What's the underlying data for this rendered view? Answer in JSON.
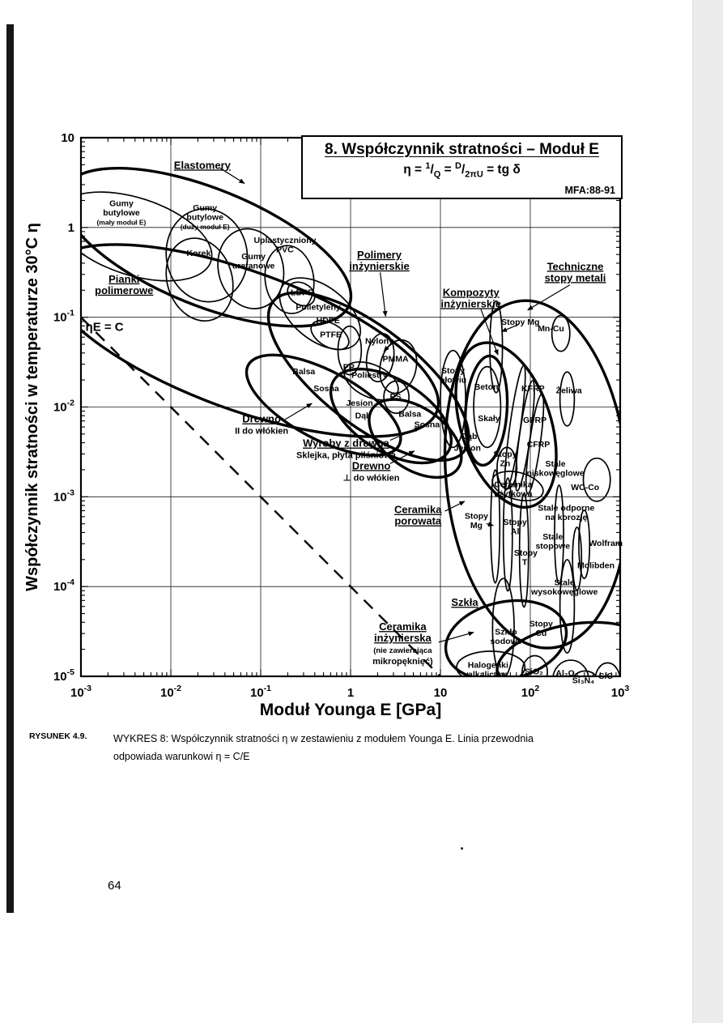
{
  "page": {
    "number": "64"
  },
  "figure_caption": {
    "ref": "RYSUNEK 4.9.",
    "line1": "WYKRES 8: Współczynnik stratności η w zestawieniu z modułem Younga E. Linia przewodnia",
    "line2": "odpowiada warunkowi η = C/E"
  },
  "chart_data": {
    "type": "bubble",
    "scale": "log-log",
    "title": "8. Współczynnik stratności – Moduł E",
    "source": "MFA:88-91",
    "formula": [
      {
        "t": "η = "
      },
      {
        "sup": "1"
      },
      {
        "t": "/"
      },
      {
        "sub": "Q"
      },
      {
        "t": " = "
      },
      {
        "sup": "D"
      },
      {
        "t": "/"
      },
      {
        "sub": "2πU"
      },
      {
        "t": " = tg δ"
      }
    ],
    "xlabel": "Moduł Younga E [GPa]",
    "ylabel": "Współczynnik stratności w temperaturze 30°C η",
    "xlim_log10": [
      -3,
      3
    ],
    "ylim_log10": [
      -5,
      1
    ],
    "x_ticks": [
      {
        "b": "10",
        "e": "-3"
      },
      {
        "b": "10",
        "e": "-2"
      },
      {
        "b": "10",
        "e": "-1"
      },
      {
        "b": "1"
      },
      {
        "b": "10"
      },
      {
        "b": "10",
        "e": "2"
      },
      {
        "b": "10",
        "e": "3"
      }
    ],
    "y_ticks": [
      {
        "b": "10"
      },
      {
        "b": "1"
      },
      {
        "b": "10",
        "e": "-1"
      },
      {
        "b": "10",
        "e": "-2"
      },
      {
        "b": "10",
        "e": "-3"
      },
      {
        "b": "10",
        "e": "-4"
      },
      {
        "b": "10",
        "e": "-5"
      }
    ],
    "grid": true,
    "guideline": {
      "label": "ηE = C",
      "from": [
        -3,
        -1
      ],
      "to": [
        1,
        -5
      ],
      "label_pos": [
        -2.95,
        -1.15
      ]
    },
    "groups": [
      {
        "name": "elastomery",
        "label": [
          "Elastomery"
        ],
        "underline_lines": [
          0
        ],
        "label_pos": [
          -1.65,
          0.69
        ],
        "ellipse": [
          -1.6,
          -0.22,
          1.71,
          0.65,
          22
        ]
      },
      {
        "name": "pianki-polimerowe",
        "label": [
          "Pianki",
          "polimerowe"
        ],
        "underline_lines": [
          0,
          1
        ],
        "label_pos": [
          -2.52,
          -0.64
        ],
        "ellipse": [
          -1.2,
          -1.26,
          2.3,
          0.77,
          20
        ]
      },
      {
        "name": "polimery-inzynierskie",
        "label": [
          "Polimery",
          "inżynierskie"
        ],
        "underline_lines": [
          0,
          1
        ],
        "label_pos": [
          0.32,
          -0.37
        ],
        "ellipse": [
          0.2,
          -1.66,
          1.35,
          0.54,
          38
        ]
      },
      {
        "name": "drewno-rownolegle",
        "label": [
          "Drewno",
          "II do włókien"
        ],
        "underline_lines": [
          0
        ],
        "label_pos": [
          -0.99,
          -2.2
        ],
        "ellipse": [
          -0.3,
          -1.98,
          0.95,
          0.38,
          28
        ]
      },
      {
        "name": "wyroby-z-drewna",
        "label": [
          "Wyroby z drewna",
          "Sklejka, płyta pilśniowa"
        ],
        "underline_lines": [
          0
        ],
        "label_pos": [
          -0.05,
          -2.47
        ],
        "ellipse": [
          0.45,
          -2.1,
          0.75,
          0.4,
          32
        ]
      },
      {
        "name": "drewno-prostopadle",
        "label": [
          "Drewno",
          "⊥ do włókien"
        ],
        "underline_lines": [
          0
        ],
        "label_pos": [
          0.23,
          -2.72
        ],
        "ellipse": [
          0.72,
          -2.35,
          0.58,
          0.34,
          35
        ]
      },
      {
        "name": "kompozyty-inzynierskie",
        "label": [
          "Kompozyty",
          "inżynierskie"
        ],
        "underline_lines": [
          0,
          1
        ],
        "label_pos": [
          1.34,
          -0.79
        ],
        "ellipse": [
          1.73,
          -2.2,
          0.5,
          0.95,
          -18
        ]
      },
      {
        "name": "techniczne-stopy-metali",
        "label": [
          "Techniczne",
          "stopy metali"
        ],
        "underline_lines": [
          0,
          1
        ],
        "label_pos": [
          2.5,
          -0.5
        ],
        "ellipse": [
          2.07,
          -2.75,
          1.01,
          1.94,
          -5
        ]
      },
      {
        "name": "ceramika-porowata",
        "label": [
          "Ceramika",
          "porowata"
        ],
        "underline_lines": [
          0,
          1
        ],
        "label_pos": [
          0.75,
          -3.21
        ],
        "ellipse": [
          1.51,
          -2.04,
          0.23,
          0.61,
          4
        ]
      },
      {
        "name": "szkla",
        "label": [
          "Szkła"
        ],
        "underline_lines": [
          0
        ],
        "label_pos": [
          1.27,
          -4.18
        ],
        "ellipse": [
          1.73,
          -4.6,
          0.68,
          0.43,
          -12
        ]
      },
      {
        "name": "ceramika-inzynierska",
        "label": [
          "Ceramika",
          "inżynierska",
          "(nie zawierająca",
          "mikropęknięć)"
        ],
        "underline_lines": [
          0,
          1
        ],
        "label_pos": [
          0.58,
          -4.64
        ],
        "ellipse": [
          2.48,
          -4.82,
          0.86,
          0.4,
          -10
        ]
      }
    ],
    "materials": [
      {
        "name": "gumy-butylowe-maly-modul",
        "label": [
          "Gumy",
          "butylowe",
          "(mały moduł E)"
        ],
        "label_pos": [
          -2.55,
          0.17
        ],
        "ellipse": [
          -2.41,
          -0.1,
          0.9,
          0.43,
          18
        ]
      },
      {
        "name": "gumy-butylowe-duzy-modul",
        "label": [
          "Gumy",
          "butylowe",
          "(duży moduł E)"
        ],
        "label_pos": [
          -1.62,
          0.12
        ],
        "ellipse": [
          -1.6,
          -0.31,
          0.45,
          0.52,
          -10
        ]
      },
      {
        "name": "korek",
        "label": [
          "Korek"
        ],
        "label_pos": [
          -1.69,
          -0.28
        ],
        "ellipse": [
          -1.68,
          -0.58,
          0.36,
          0.47,
          -18
        ]
      },
      {
        "name": "gumy-uretanowe",
        "label": [
          "Gumy",
          "uretanowe"
        ],
        "label_pos": [
          -1.08,
          -0.37
        ],
        "ellipse": [
          -1.11,
          -0.46,
          0.36,
          0.45,
          -15
        ]
      },
      {
        "name": "uplastyczniony-pvc",
        "label": [
          "Uplastyczniony",
          "PVC"
        ],
        "label_pos": [
          -0.73,
          -0.19
        ],
        "ellipse": [
          -0.68,
          -0.58,
          0.27,
          0.38,
          -8
        ]
      },
      {
        "name": "polietyleny",
        "label": [
          "Polietyleny"
        ],
        "label_pos": [
          -0.36,
          -0.88
        ],
        "ellipse": [
          -0.34,
          -0.96,
          0.52,
          0.3,
          38
        ]
      },
      {
        "name": "ldpe",
        "label": [
          "LDPE"
        ],
        "label_pos": [
          -0.54,
          -0.72
        ],
        "ellipse": [
          -0.55,
          -0.74,
          0.16,
          0.12,
          30
        ]
      },
      {
        "name": "hdpe",
        "label": [
          "HDPE"
        ],
        "label_pos": [
          -0.25,
          -1.03
        ],
        "ellipse": null
      },
      {
        "name": "ptfe",
        "label": [
          "PTFE"
        ],
        "label_pos": [
          -0.22,
          -1.19
        ],
        "ellipse": [
          -0.23,
          -1.2,
          0.23,
          0.13,
          30
        ]
      },
      {
        "name": "pp",
        "label": [
          "PP"
        ],
        "label_pos": [
          -0.02,
          -1.55
        ],
        "ellipse": [
          -0.01,
          -1.37,
          0.13,
          0.27,
          0
        ]
      },
      {
        "name": "nylony",
        "label": [
          "Nylony"
        ],
        "label_pos": [
          0.32,
          -1.26
        ],
        "ellipse": [
          0.33,
          -1.45,
          0.15,
          0.27,
          8
        ]
      },
      {
        "name": "pmma",
        "label": [
          "PMMA"
        ],
        "label_pos": [
          0.5,
          -1.46
        ],
        "ellipse": [
          0.53,
          -1.55,
          0.2,
          0.3,
          12
        ]
      },
      {
        "name": "poliestry",
        "label": [
          "Poliestry"
        ],
        "label_pos": [
          0.21,
          -1.64
        ],
        "ellipse": [
          0.23,
          -1.71,
          0.32,
          0.18,
          25
        ]
      },
      {
        "name": "ps",
        "label": [
          "PS"
        ],
        "label_pos": [
          0.5,
          -1.88
        ],
        "ellipse": [
          0.51,
          -1.89,
          0.14,
          0.18,
          0
        ]
      },
      {
        "name": "balsa-rownolegle",
        "label": [
          "Balsa"
        ],
        "label_pos": [
          -0.52,
          -1.6
        ],
        "ellipse": null
      },
      {
        "name": "sosna-rownolegle",
        "label": [
          "Sosna"
        ],
        "label_pos": [
          -0.27,
          -1.79
        ],
        "ellipse": null
      },
      {
        "name": "jesion-rownolegle",
        "label": [
          "Jesion"
        ],
        "label_pos": [
          0.1,
          -1.95
        ],
        "ellipse": null
      },
      {
        "name": "dab-rownolegle",
        "label": [
          "Dąb"
        ],
        "label_pos": [
          0.14,
          -2.09
        ],
        "ellipse": null
      },
      {
        "name": "balsa-prostopadle",
        "label": [
          "Balsa"
        ],
        "label_pos": [
          0.66,
          -2.07
        ],
        "ellipse": null
      },
      {
        "name": "sosna-prostopadle",
        "label": [
          "Sosna"
        ],
        "label_pos": [
          0.85,
          -2.19
        ],
        "ellipse": null
      },
      {
        "name": "stopy-olowiu",
        "label": [
          "Stopy",
          "ołowiu"
        ],
        "label_pos": [
          1.14,
          -1.64
        ],
        "ellipse": [
          1.14,
          -1.91,
          0.14,
          0.54,
          0
        ]
      },
      {
        "name": "stopy-mg-gorne",
        "label": [
          "Stopy Mg"
        ],
        "label_pos": [
          1.89,
          -1.05
        ],
        "ellipse": [
          1.62,
          -1.33,
          0.07,
          0.51,
          0
        ]
      },
      {
        "name": "mn-cu",
        "label": [
          "Mn-Cu"
        ],
        "label_pos": [
          2.23,
          -1.12
        ],
        "ellipse": [
          2.34,
          -1.18,
          0.1,
          0.2,
          0
        ]
      },
      {
        "name": "beton",
        "label": [
          "Beton"
        ],
        "label_pos": [
          1.51,
          -1.77
        ],
        "ellipse": [
          1.52,
          -2.0,
          0.15,
          0.45,
          0
        ]
      },
      {
        "name": "skaly",
        "label": [
          "Skały"
        ],
        "label_pos": [
          1.54,
          -2.12
        ],
        "ellipse": null
      },
      {
        "name": "kfrp",
        "label": [
          "KFRP"
        ],
        "label_pos": [
          2.03,
          -1.79
        ],
        "ellipse": [
          1.83,
          -2.23,
          0.06,
          0.7,
          8
        ]
      },
      {
        "name": "gfrp",
        "label": [
          "GFRP"
        ],
        "label_pos": [
          2.05,
          -2.14
        ],
        "ellipse": [
          1.94,
          -2.32,
          0.06,
          0.62,
          8
        ]
      },
      {
        "name": "cfrp",
        "label": [
          "CFRP"
        ],
        "label_pos": [
          2.09,
          -2.41
        ],
        "ellipse": [
          2.05,
          -2.41,
          0.06,
          0.56,
          8
        ]
      },
      {
        "name": "zeliwa",
        "label": [
          "Żeliwa"
        ],
        "label_pos": [
          2.43,
          -1.81
        ],
        "ellipse": [
          2.41,
          -1.91,
          0.08,
          0.3,
          0
        ]
      },
      {
        "name": "dab-kompozyt",
        "label": [
          "Dąb"
        ],
        "label_pos": [
          1.32,
          -2.32
        ],
        "ellipse": null
      },
      {
        "name": "jesion-kompozyt",
        "label": [
          "Jesion"
        ],
        "label_pos": [
          1.3,
          -2.45
        ],
        "ellipse": null
      },
      {
        "name": "stopy-zn",
        "label": [
          "Stopy",
          "Zn"
        ],
        "label_pos": [
          1.72,
          -2.57
        ],
        "ellipse": [
          1.74,
          -2.68,
          0.11,
          0.23,
          0
        ]
      },
      {
        "name": "ceramika-uzytkowa",
        "label": [
          "Ceramika",
          "użytkowa"
        ],
        "label_pos": [
          1.81,
          -2.91
        ],
        "ellipse": [
          1.86,
          -2.88,
          0.29,
          0.15,
          15
        ]
      },
      {
        "name": "stale-niskoweglowe",
        "label": [
          "Stale",
          "niskowęglowe"
        ],
        "label_pos": [
          2.28,
          -2.68
        ],
        "ellipse": null
      },
      {
        "name": "wc-co",
        "label": [
          "WC-Co"
        ],
        "label_pos": [
          2.61,
          -2.89
        ],
        "ellipse": [
          2.74,
          -2.81,
          0.15,
          0.24,
          0
        ]
      },
      {
        "name": "stale-odporne-na-korozje",
        "label": [
          "Stale odporne",
          "na korozję"
        ],
        "label_pos": [
          2.4,
          -3.17
        ],
        "ellipse": null
      },
      {
        "name": "stopy-mg-dolne",
        "label": [
          "Stopy",
          "Mg"
        ],
        "label_pos": [
          1.4,
          -3.26
        ],
        "ellipse": [
          1.61,
          -3.33,
          0.05,
          0.63,
          0
        ]
      },
      {
        "name": "stopy-al",
        "label": [
          "Stopy",
          "Al"
        ],
        "label_pos": [
          1.83,
          -3.33
        ],
        "ellipse": [
          1.75,
          -3.42,
          0.05,
          0.63,
          0
        ]
      },
      {
        "name": "stopy-ti",
        "label": [
          "Stopy",
          "Ti"
        ],
        "label_pos": [
          1.95,
          -3.67
        ],
        "ellipse": [
          1.93,
          -3.6,
          0.05,
          0.63,
          0
        ]
      },
      {
        "name": "stale-stopowe",
        "label": [
          "Stale",
          "stopowe"
        ],
        "label_pos": [
          2.25,
          -3.49
        ],
        "ellipse": [
          2.32,
          -3.42,
          0.05,
          0.55,
          0
        ]
      },
      {
        "name": "wolfram",
        "label": [
          "Wolfram"
        ],
        "label_pos": [
          2.84,
          -3.51
        ],
        "ellipse": [
          2.6,
          -3.53,
          0.06,
          0.38,
          0
        ]
      },
      {
        "name": "molibden",
        "label": [
          "Molibden"
        ],
        "label_pos": [
          2.73,
          -3.76
        ],
        "ellipse": [
          2.52,
          -3.69,
          0.05,
          0.35,
          0
        ]
      },
      {
        "name": "stale-wysokoweglowe",
        "label": [
          "Stale",
          "wysokowęglowe"
        ],
        "label_pos": [
          2.38,
          -4.0
        ],
        "ellipse": null
      },
      {
        "name": "szklo-sodowe",
        "label": [
          "Szkło",
          "sodowe"
        ],
        "label_pos": [
          1.73,
          -4.55
        ],
        "ellipse": [
          1.7,
          -4.46,
          0.12,
          0.55,
          0
        ]
      },
      {
        "name": "stopy-cu",
        "label": [
          "Stopy",
          "Cu"
        ],
        "label_pos": [
          2.12,
          -4.46
        ],
        "ellipse": [
          2.41,
          -4.22,
          0.08,
          0.52,
          0
        ]
      },
      {
        "name": "halogenki-alkaliczne",
        "label": [
          "Halogenki",
          "alkaliczne"
        ],
        "label_pos": [
          1.53,
          -4.92
        ],
        "ellipse": [
          1.56,
          -4.9,
          0.38,
          0.18,
          0
        ]
      },
      {
        "name": "sio2",
        "label": [
          "SiO₂"
        ],
        "label_pos": [
          2.04,
          -4.94
        ],
        "ellipse": [
          2.05,
          -4.95,
          0.14,
          0.18,
          0
        ]
      },
      {
        "name": "al2o3",
        "label": [
          "Al₂O₃"
        ],
        "label_pos": [
          2.41,
          -4.96
        ],
        "ellipse": [
          2.45,
          -5.04,
          0.2,
          0.22,
          0
        ]
      },
      {
        "name": "si3n4",
        "label": [
          "Si₃N₄"
        ],
        "label_pos": [
          2.59,
          -5.04
        ],
        "ellipse": [
          2.61,
          -5.1,
          0.16,
          0.16,
          0
        ]
      },
      {
        "name": "sic",
        "label": [
          "SiC"
        ],
        "label_pos": [
          2.84,
          -4.99
        ],
        "ellipse": [
          2.86,
          -5.05,
          0.14,
          0.2,
          0
        ]
      }
    ],
    "arrows": [
      [
        -1.45,
        0.66,
        -1.18,
        0.49
      ],
      [
        0.33,
        -0.5,
        0.39,
        -0.99
      ],
      [
        1.45,
        -0.91,
        1.64,
        -1.42
      ],
      [
        2.44,
        -0.64,
        1.97,
        -0.92
      ],
      [
        -0.73,
        -2.14,
        -0.43,
        -1.96
      ],
      [
        0.44,
        -2.37,
        0.77,
        -2.23
      ],
      [
        0.44,
        -2.63,
        0.71,
        -2.49
      ],
      [
        1.05,
        -3.16,
        1.27,
        -3.05
      ],
      [
        0.98,
        -4.62,
        1.37,
        -4.51
      ],
      [
        0.46,
        -1.28,
        0.37,
        -1.38
      ],
      [
        1.87,
        -1.08,
        1.68,
        -1.16
      ],
      [
        1.51,
        -3.3,
        1.59,
        -3.32
      ]
    ]
  }
}
